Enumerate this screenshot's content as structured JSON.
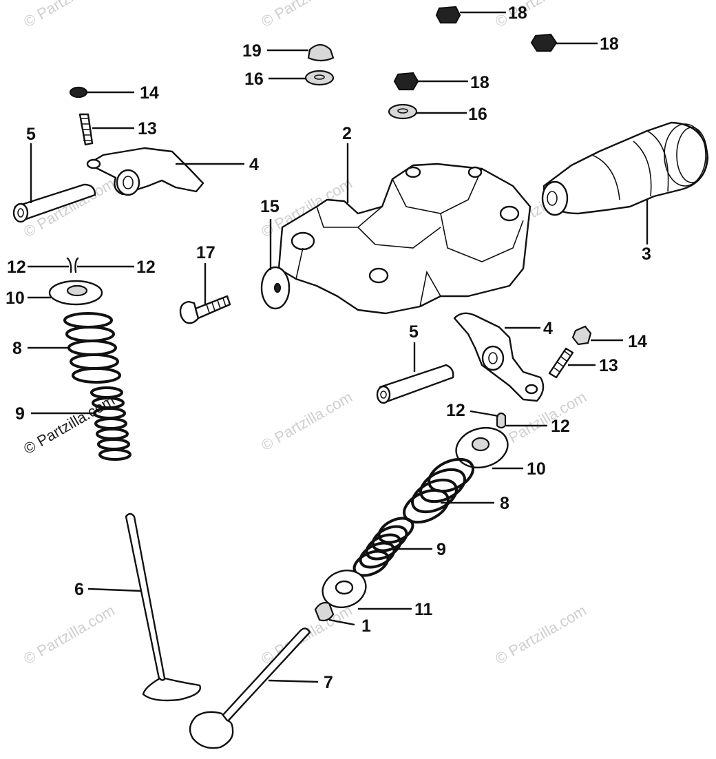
{
  "diagram": {
    "watermark_text": "© Partzilla.com",
    "callouts": {
      "c18a": "18",
      "c18b": "18",
      "c18c": "18",
      "c19": "19",
      "c16a": "16",
      "c16b": "16",
      "c14a": "14",
      "c13a": "13",
      "c5a": "5",
      "c4a": "4",
      "c2": "2",
      "c3": "3",
      "c15": "15",
      "c17": "17",
      "c12a": "12",
      "c12b": "12",
      "c10a": "10",
      "c8a": "8",
      "c9a": "9",
      "c4b": "4",
      "c14b": "14",
      "c13b": "13",
      "c5b": "5",
      "c12c": "12",
      "c12d": "12",
      "c10b": "10",
      "c8b": "8",
      "c9b": "9",
      "c6": "6",
      "c11": "11",
      "c1": "1",
      "c7": "7"
    }
  }
}
